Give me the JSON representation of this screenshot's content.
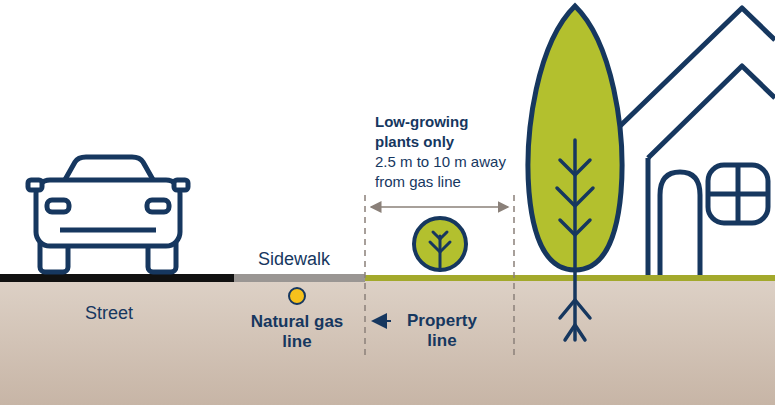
{
  "diagram": {
    "labels": [
      "Low-growing plants only",
      "2.5 m to 10 m away from gas line",
      "Sidewalk",
      "Street",
      "Natural gas line",
      "Property line"
    ]
  }
}
